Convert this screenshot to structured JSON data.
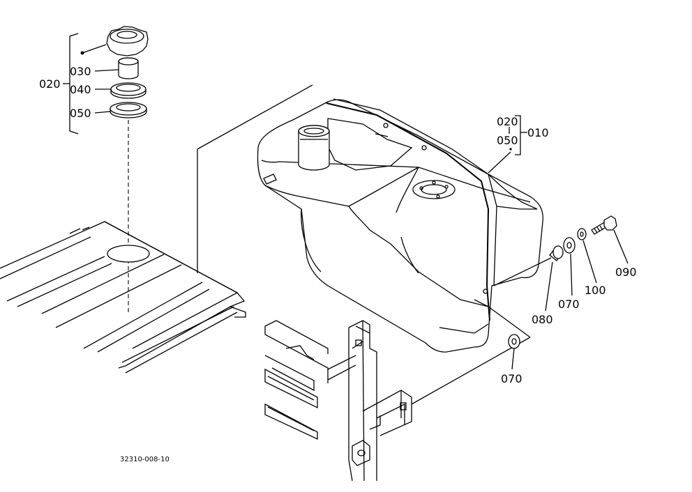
{
  "labels": {
    "p010": "010",
    "p020_left": "020",
    "p020_right": "020",
    "p030": "030",
    "p040": "040",
    "p050_left": "050",
    "p050_right": "050",
    "p070_upper": "070",
    "p070_lower": "070",
    "p080": "080",
    "p090": "090",
    "p100": "100"
  },
  "drawing_code": "32310-008-10"
}
